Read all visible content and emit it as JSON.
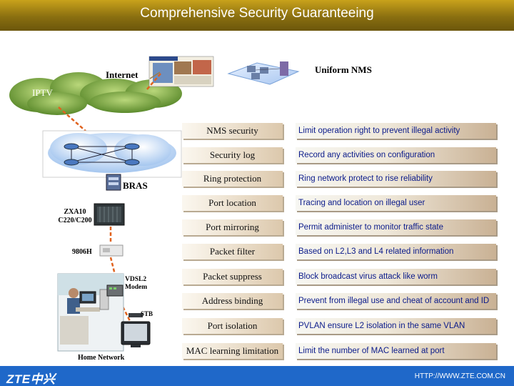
{
  "title": "Comprehensive Security Guaranteeing",
  "diagram": {
    "internet": "Internet",
    "iptv": "IPTV",
    "uniform_nms": "Uniform NMS",
    "bras": "BRAS",
    "zxa10": "ZXA10\nC220/C200",
    "s9806h": "9806H",
    "vdsl2_modem": "VDSL2\nModem",
    "stb": "STB",
    "home_network": "Home Network"
  },
  "features": [
    {
      "name": "NMS security",
      "desc": "Limit operation right to prevent illegal activity"
    },
    {
      "name": "Security log",
      "desc": "Record any activities on configuration"
    },
    {
      "name": "Ring protection",
      "desc": "Ring network protect to rise reliability"
    },
    {
      "name": "Port location",
      "desc": "Tracing and location on illegal user"
    },
    {
      "name": "Port mirroring",
      "desc": "Permit administer to monitor traffic state"
    },
    {
      "name": "Packet filter",
      "desc": "Based on L2,L3 and L4 related information"
    },
    {
      "name": "Packet suppress",
      "desc": "Block broadcast virus attack like worm"
    },
    {
      "name": "Address binding",
      "desc": "Prevent from illegal use and cheat of account and ID"
    },
    {
      "name": "Port isolation",
      "desc": "PVLAN ensure L2 isolation in the same VLAN"
    },
    {
      "name": "MAC learning limitation",
      "desc": "Limit the number of MAC learned at port"
    }
  ],
  "footer": {
    "logo": "ZTE中兴",
    "url": "HTTP://WWW.ZTE.COM.CN"
  },
  "colors": {
    "title_bar": "#8a6f10",
    "footer": "#1f68c9",
    "feature_text": "#0a1a8a",
    "cloud_green": "#6e9a3a",
    "link_orange": "#e0621e"
  }
}
